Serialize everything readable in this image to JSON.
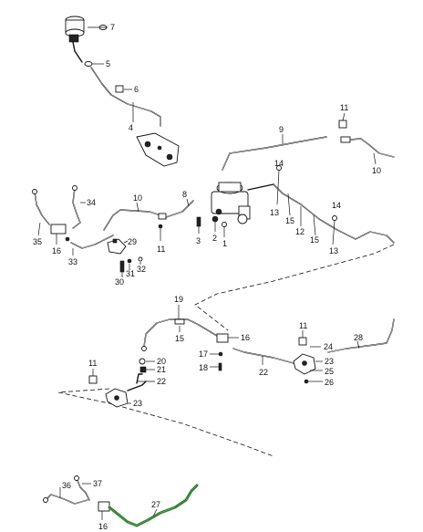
{
  "callouts": {
    "c1": "1",
    "c2": "2",
    "c3": "3",
    "c4": "4",
    "c5": "5",
    "c6": "6",
    "c7": "7",
    "c8": "8",
    "c9": "9",
    "c10a": "10",
    "c10b": "10",
    "c11a": "11",
    "c11b": "11",
    "c11c": "11",
    "c11d": "11",
    "c12": "12",
    "c13a": "13",
    "c13b": "13",
    "c14a": "14",
    "c14b": "14",
    "c15a": "15",
    "c15b": "15",
    "c15c": "15",
    "c16a": "16",
    "c16b": "16",
    "c16c": "16",
    "c17": "17",
    "c18": "18",
    "c19": "19",
    "c20": "20",
    "c21": "21",
    "c22a": "22",
    "c22b": "22",
    "c23a": "23",
    "c23b": "23",
    "c24": "24",
    "c25": "25",
    "c26": "26",
    "c27": "27",
    "c28": "28",
    "c29": "29",
    "c30": "30",
    "c31": "31",
    "c32": "32",
    "c33": "33",
    "c34": "34",
    "c35": "35",
    "c36": "36",
    "c37": "37"
  },
  "highlight_color": "#3bb33b",
  "line_color": "#111111"
}
